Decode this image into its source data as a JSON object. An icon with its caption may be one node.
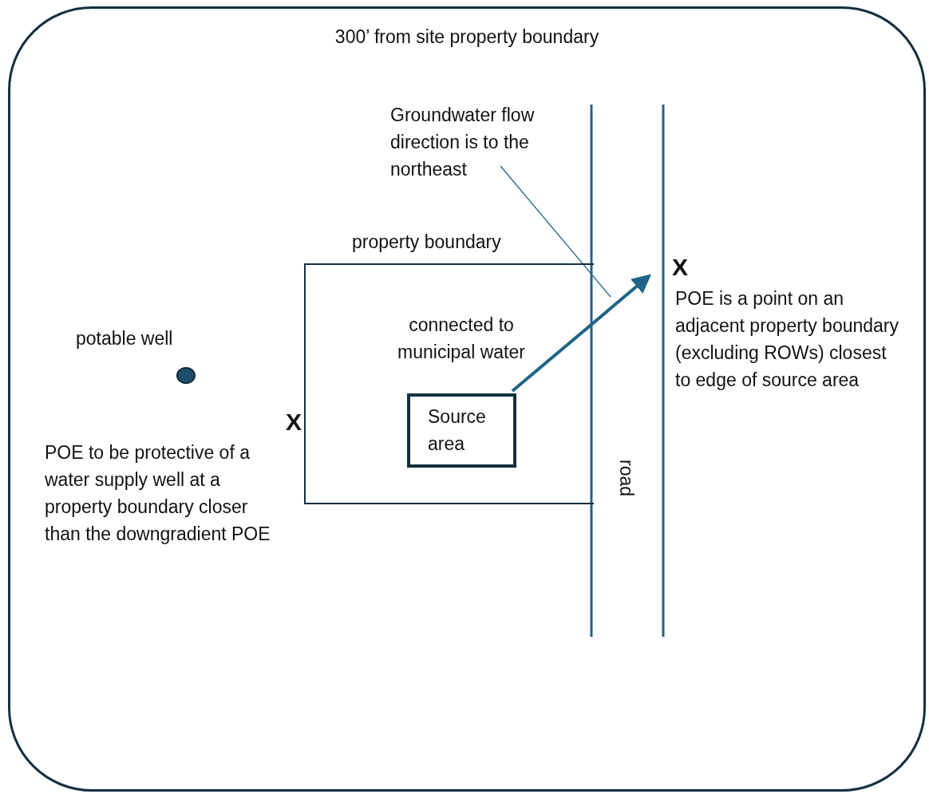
{
  "diagram": {
    "nodes": [
      {
        "text": [
          "300’ from site property boundary"
        ]
      },
      {
        "text": [
          "property boundary",
          "connected to municipal water"
        ],
        "in": 0
      },
      {
        "text": [
          "Source area"
        ],
        "in": 1
      },
      {
        "text": [
          "Groundwater flow direction is to the northeast"
        ],
        "in": 0
      },
      {
        "text": [
          "X"
        ],
        "in": 0,
        "beside": [
          "POE is a point on an adjacent property boundary (excluding ROWs) closest to edge of source area"
        ]
      },
      {
        "text": [
          "X"
        ],
        "in": 0,
        "beside": [
          "POE to be protective of a water supply well at a property boundary closer than the downgradient POE"
        ]
      },
      {
        "text": [],
        "shape": "circle",
        "in": 0,
        "beside": [
          "potable well"
        ]
      }
    ],
    "edges": [
      {
        "from": 2,
        "to": 4,
        "arrow": "to",
        "style": "thick"
      },
      {
        "from": 3,
        "to": null,
        "arrow": "none"
      }
    ],
    "labels": [
      "road"
    ]
  }
}
